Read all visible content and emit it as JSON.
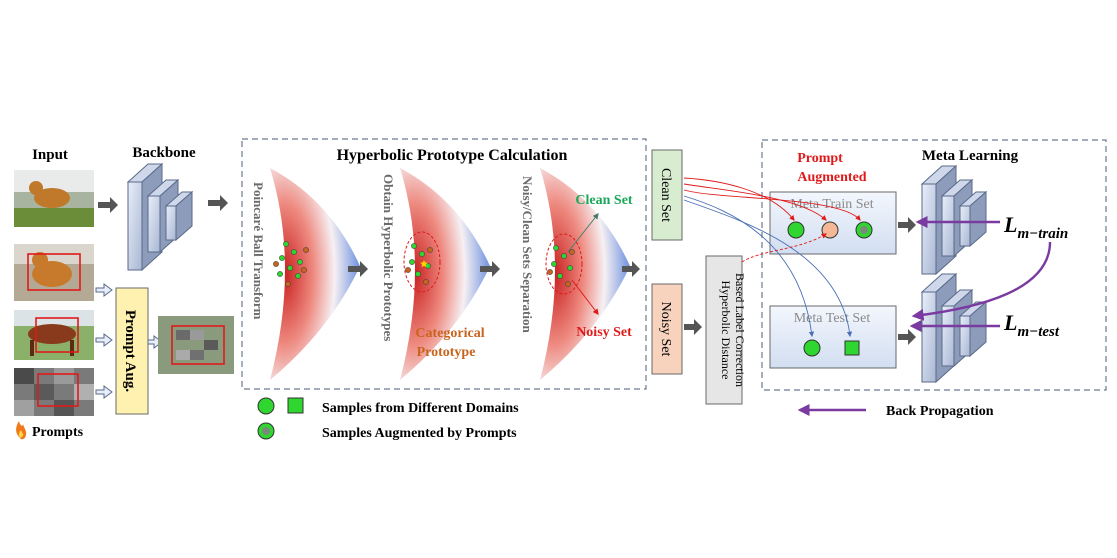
{
  "input": {
    "title": "Input",
    "prompts_label": "Prompts",
    "prompts_icon": "fire-icon"
  },
  "backbone": {
    "title": "Backbone"
  },
  "prompt_aug": {
    "label": "Prompt Aug."
  },
  "hyperbolic": {
    "title": "Hyperbolic Prototype Calculation",
    "step1": "Poincaré Ball Transform",
    "step2": "Obtain Hyperbolic Prototypes",
    "step3": "Noisy/Clean Sets Separation",
    "categorical_1": "Categorical",
    "categorical_2": "Prototype",
    "clean_set": "Clean Set",
    "noisy_set": "Noisy Set"
  },
  "sets": {
    "clean": "Clean Set",
    "noisy": "Noisy Set",
    "correction_line1": "Hyperbolic Distance",
    "correction_line2": "Based Label Correction"
  },
  "meta": {
    "title": "Meta Learning",
    "prompt_aug_1": "Prompt",
    "prompt_aug_2": "Augmented",
    "train_set": "Meta Train Set",
    "test_set": "Meta Test Set",
    "loss_train_base": "L",
    "loss_train_sub": "m−train",
    "loss_test_base": "L",
    "loss_test_sub": "m−test"
  },
  "legend": {
    "domains": "Samples from Different Domains",
    "augmented": "Samples Augmented by Prompts",
    "back_prop": "Back Propagation"
  },
  "colors": {
    "green": "#2fd62f",
    "purple": "#7a3aa0",
    "clean_fill": "#d8ecd0",
    "noisy_fill": "#f7d3bd",
    "aug_fill": "#fff1b0",
    "red_text": "#e01a1a",
    "orange_text": "#c8641e",
    "clean_text": "#1aa858"
  }
}
